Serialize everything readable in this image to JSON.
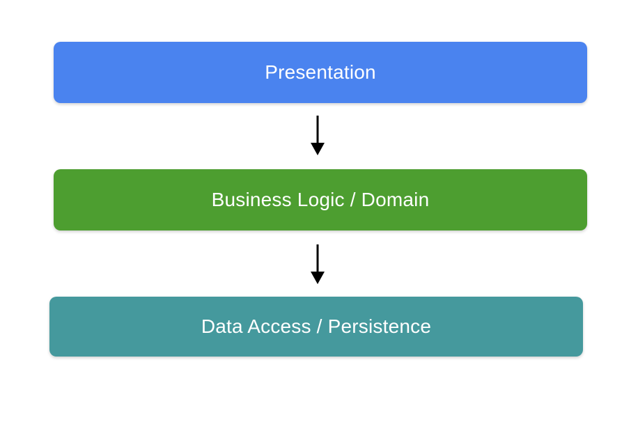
{
  "diagram": {
    "type": "layered-architecture",
    "background_color": "#FFFFFF",
    "text_color": "#FFFFFF",
    "arrow_color": "#000000",
    "layers": [
      {
        "id": "presentation",
        "label": "Presentation",
        "color": "#4A83EF"
      },
      {
        "id": "business-logic",
        "label": "Business Logic / Domain",
        "color": "#4D9E30"
      },
      {
        "id": "data-access",
        "label": "Data Access / Persistence",
        "color": "#45999D"
      }
    ],
    "connectors": [
      {
        "from": "presentation",
        "to": "business-logic",
        "style": "arrow-down"
      },
      {
        "from": "business-logic",
        "to": "data-access",
        "style": "arrow-down"
      }
    ]
  }
}
